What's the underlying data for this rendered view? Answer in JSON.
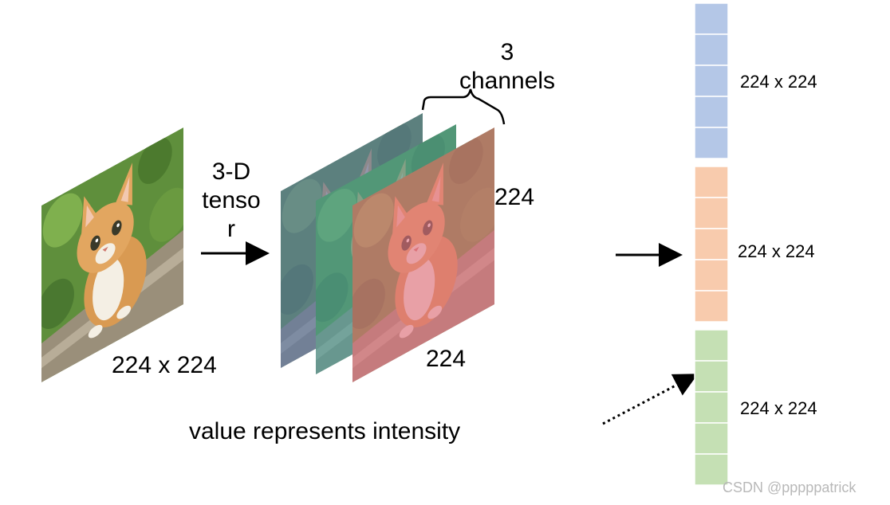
{
  "image_label": "224 x 224",
  "tensor_label": [
    "3-D",
    "tenso",
    "r"
  ],
  "channels_label": [
    "3",
    "channels"
  ],
  "height_label": "224",
  "width_label": "224",
  "caption": "value represents intensity",
  "vector_segments": [
    {
      "label": "224 x 224",
      "color": "#b4c7e7",
      "cells": 5
    },
    {
      "label": "224 x 224",
      "color": "#f8cbad",
      "cells": 5
    },
    {
      "label": "224 x 224",
      "color": "#c5e0b4",
      "cells": 5
    }
  ],
  "channel_tints": [
    "#5a78a8",
    "#4a9c9c",
    "#e07080"
  ],
  "watermark": "CSDN @pppppatrick"
}
